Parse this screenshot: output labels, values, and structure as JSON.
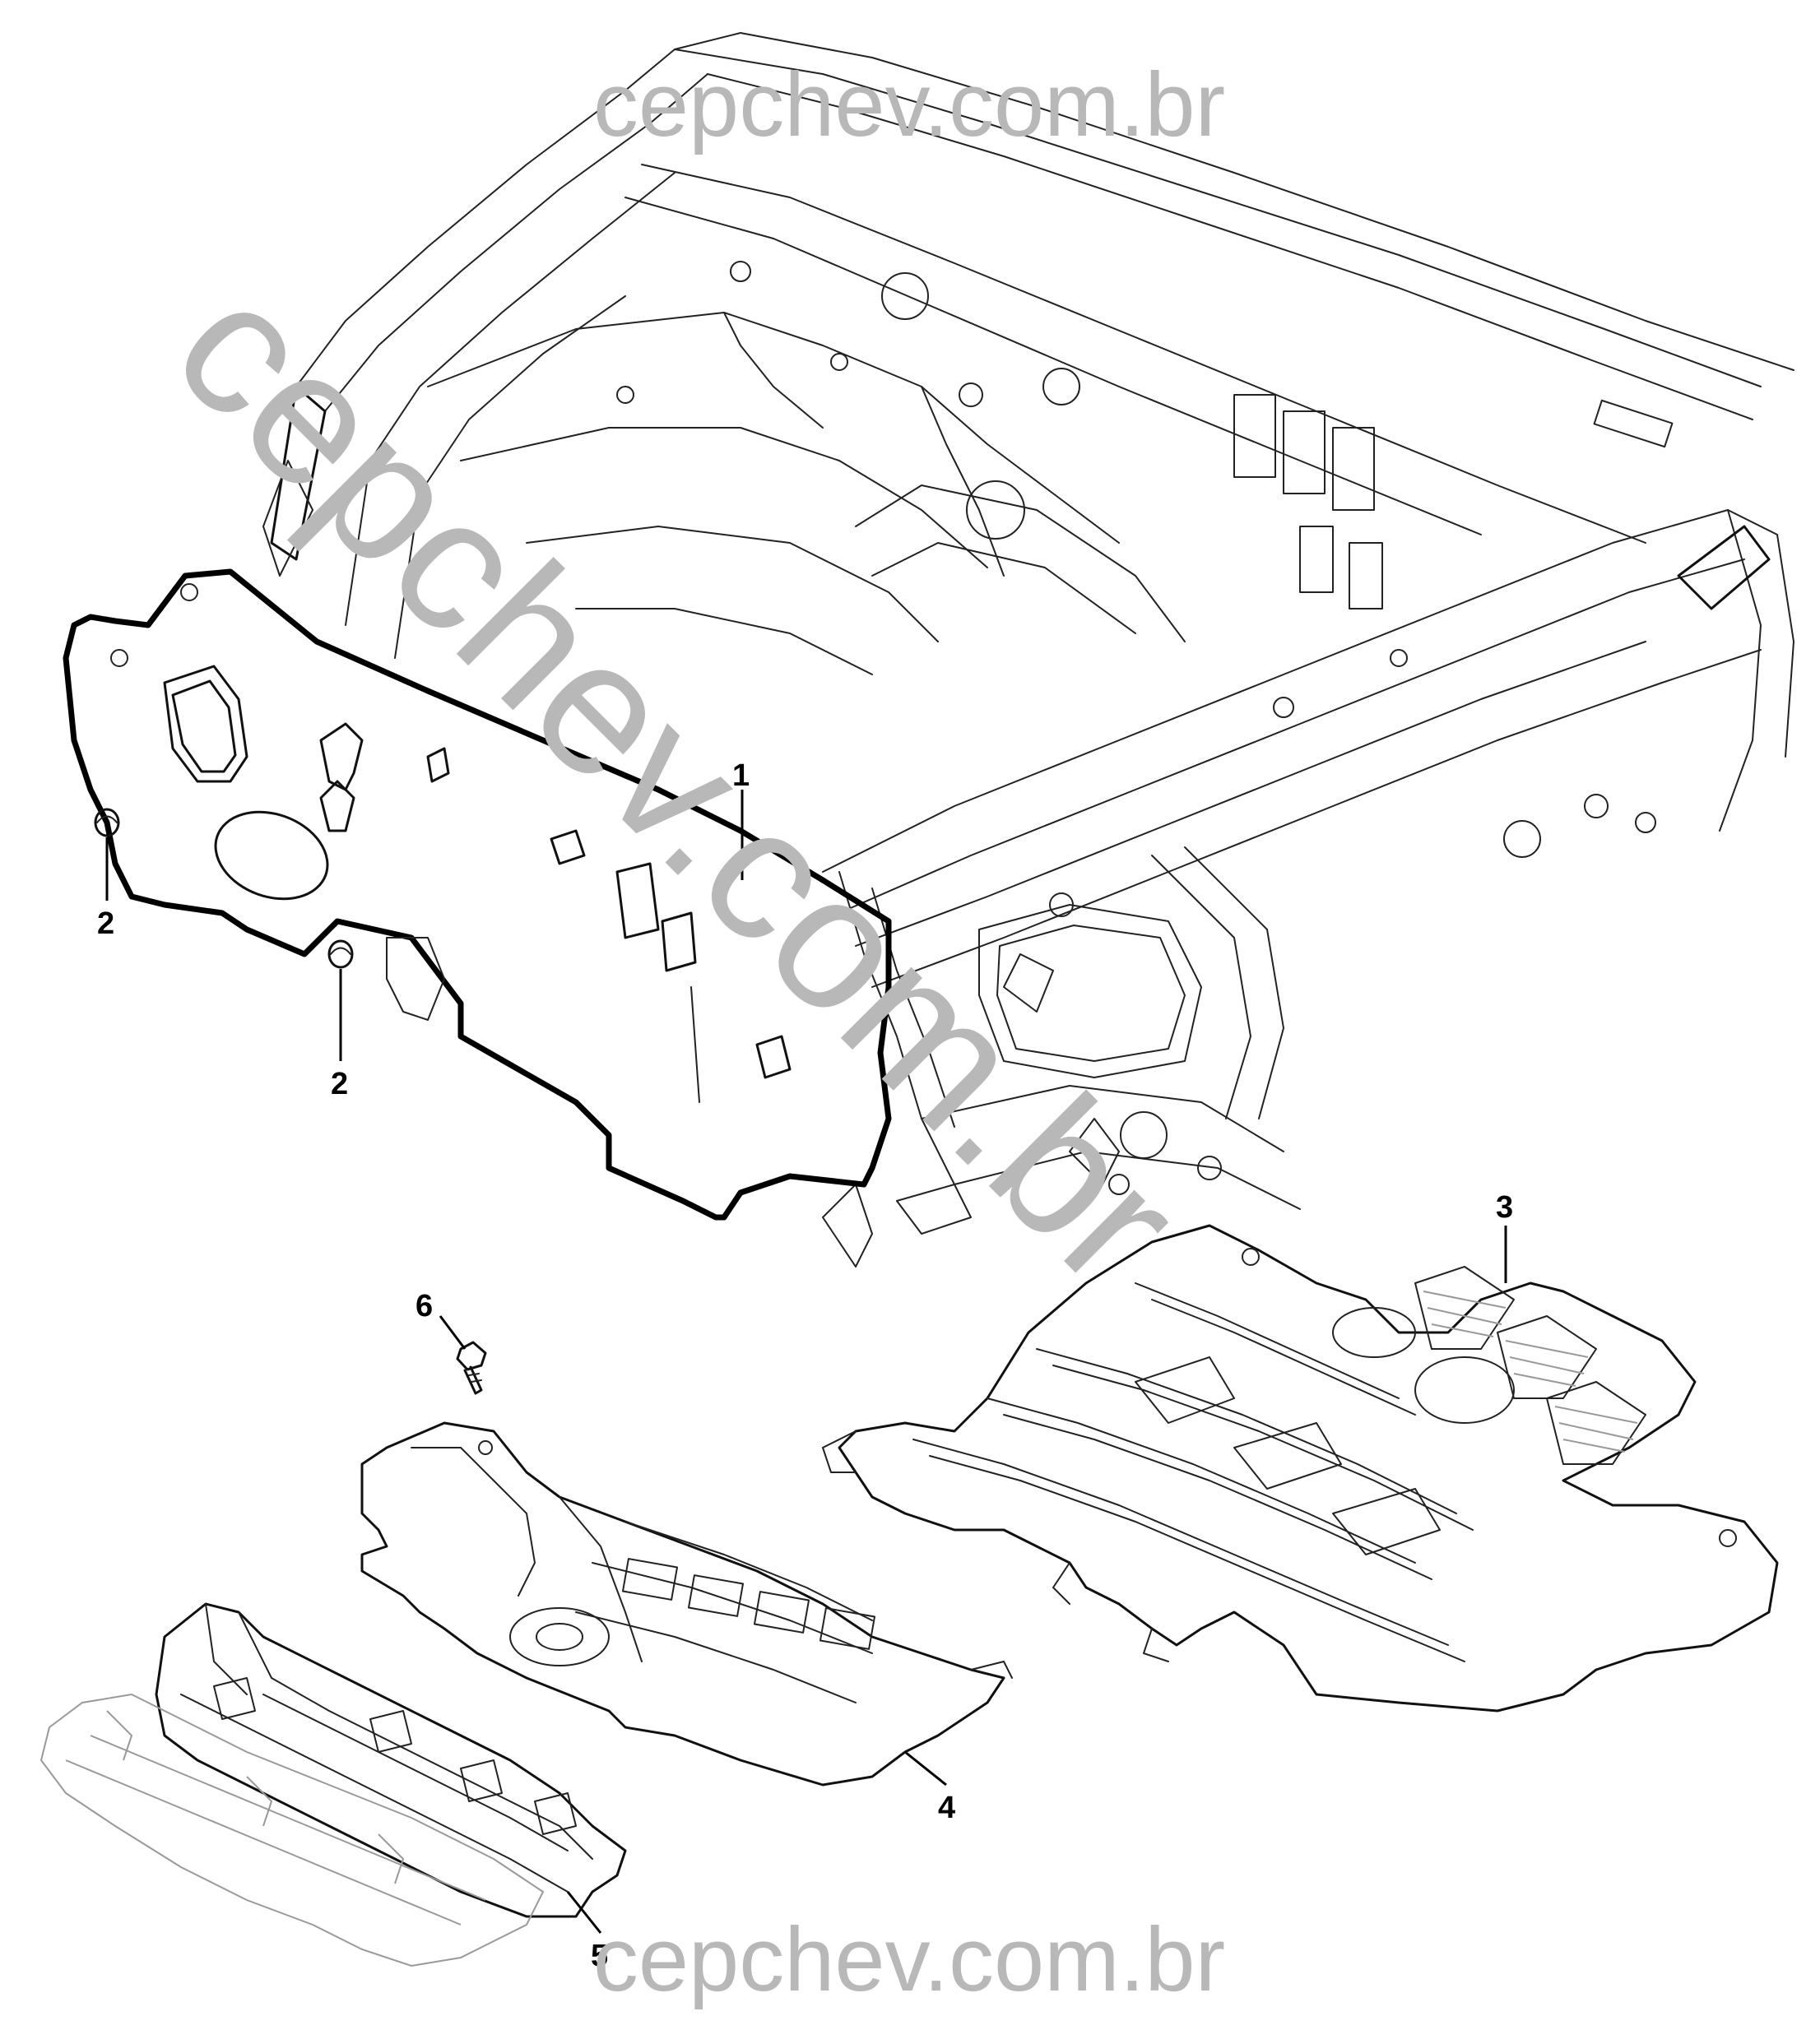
{
  "watermark": {
    "top": "cepchev.com.br",
    "bottom": "cepchev.com.br",
    "diagonal": "cepchev.com.br"
  },
  "callouts": [
    {
      "id": "1",
      "label": "1"
    },
    {
      "id": "2a",
      "label": "2"
    },
    {
      "id": "2b",
      "label": "2"
    },
    {
      "id": "3",
      "label": "3"
    },
    {
      "id": "4",
      "label": "4"
    },
    {
      "id": "5",
      "label": "5"
    },
    {
      "id": "6",
      "label": "6"
    }
  ]
}
